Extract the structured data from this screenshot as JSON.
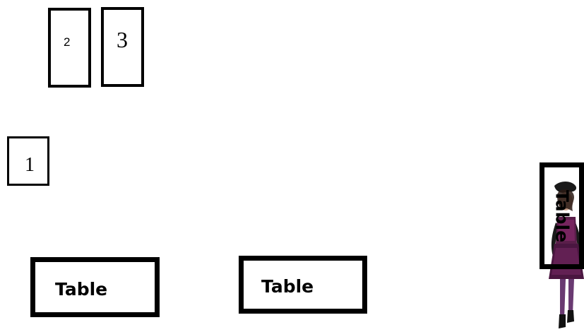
{
  "boxes": {
    "box_2": "2",
    "box_3": "3",
    "box_1": "1"
  },
  "tables": {
    "left": "Table",
    "middle": "Table",
    "right_rotated": "Table"
  },
  "figure": {
    "icon": "person-figure",
    "dress_color": "#5a1e4a",
    "accent_color": "#8a2a6e",
    "skin_color": "#c9a08a"
  }
}
